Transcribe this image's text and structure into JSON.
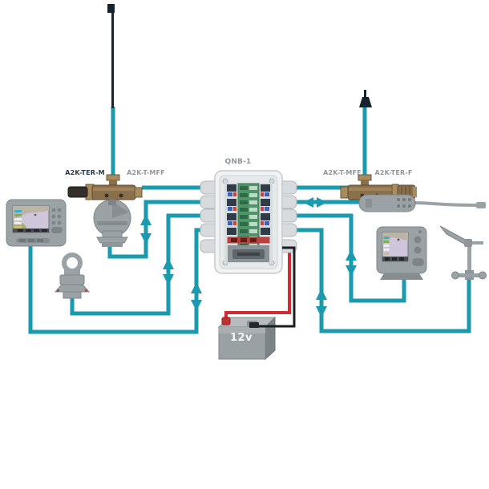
{
  "diagram": {
    "type": "nmea2000-network-wiring",
    "background": "#ffffff",
    "colors": {
      "network_cable": "#1A9AAE",
      "power_positive": "#CE2B33",
      "power_negative": "#1B1F22",
      "device_gray": "#9AA2A6",
      "brass": "#8A6F4B",
      "label_gray": "#8F979C",
      "label_navy": "#24384A"
    },
    "labels": {
      "junction_box": "QNB-1",
      "left_terminator": "A2K-TER-M",
      "left_tee": "A2K-T-MFF",
      "right_tee": "A2K-T-MFF",
      "right_terminator": "A2K-TER-F",
      "battery_voltage": "12v"
    },
    "devices": [
      {
        "id": "mast-antenna",
        "icon": "whip-antenna-icon"
      },
      {
        "id": "gps-antenna",
        "icon": "gps-antenna-icon"
      },
      {
        "id": "left-tee",
        "icon": "tee-connector-icon"
      },
      {
        "id": "right-tee",
        "icon": "tee-connector-icon"
      },
      {
        "id": "junction-box",
        "icon": "junction-box-icon"
      },
      {
        "id": "chartplotter",
        "icon": "chartplotter-icon"
      },
      {
        "id": "compass-dome",
        "icon": "dome-sensor-icon"
      },
      {
        "id": "depth-transducer",
        "icon": "transducer-icon"
      },
      {
        "id": "gateway-handset",
        "icon": "handset-icon"
      },
      {
        "id": "instrument-display",
        "icon": "instrument-display-icon"
      },
      {
        "id": "wind-vane",
        "icon": "wind-vane-icon"
      },
      {
        "id": "battery-12v",
        "icon": "battery-icon"
      }
    ]
  }
}
